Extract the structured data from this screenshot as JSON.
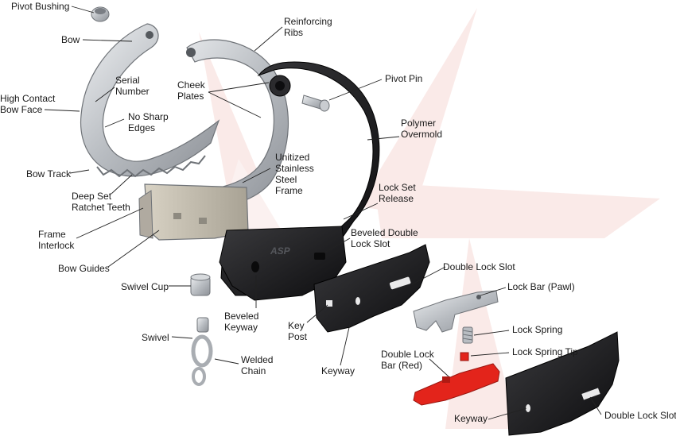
{
  "labels": {
    "pivot_bushing": "Pivot Bushing",
    "bow": "Bow",
    "reinforcing_ribs": [
      "Reinforcing",
      "Ribs"
    ],
    "serial_number": [
      "Serial",
      "Number"
    ],
    "cheek_plates": [
      "Cheek",
      "Plates"
    ],
    "pivot_pin": "Pivot Pin",
    "high_contact_bow_face": [
      "High Contact",
      "Bow Face"
    ],
    "no_sharp_edges": [
      "No Sharp",
      "Edges"
    ],
    "polymer_overmold": [
      "Polymer",
      "Overmold"
    ],
    "unitized_stainless_steel_frame": [
      "Unitized",
      "Stainless",
      "Steel",
      "Frame"
    ],
    "bow_track": "Bow Track",
    "deep_set_ratchet_teeth": [
      "Deep Set",
      "Ratchet Teeth"
    ],
    "lock_set_release": [
      "Lock Set",
      "Release"
    ],
    "frame_interlock": [
      "Frame",
      "Interlock"
    ],
    "beveled_double_lock_slot": [
      "Beveled Double",
      "Lock Slot"
    ],
    "bow_guides": "Bow Guides",
    "double_lock_slot_upper": "Double Lock Slot",
    "swivel_cup": "Swivel Cup",
    "lock_bar_pawl": "Lock Bar (Pawl)",
    "beveled_keyway": [
      "Beveled",
      "Keyway"
    ],
    "key_post": [
      "Key",
      "Post"
    ],
    "lock_spring": "Lock Spring",
    "swivel": "Swivel",
    "lock_spring_tip": "Lock Spring Tip",
    "double_lock_bar_red": [
      "Double Lock",
      "Bar (Red)"
    ],
    "welded_chain": [
      "Welded",
      "Chain"
    ],
    "keyway_middle": "Keyway",
    "keyway_lower": "Keyway",
    "double_lock_slot_lower": "Double Lock Slot"
  },
  "logo_text": "ASP",
  "colors": {
    "steel": "#c9ccd0",
    "overmold": "#1c1c1e",
    "double_lock_bar": "#e3241b",
    "watermark": "#f6d9d6"
  }
}
